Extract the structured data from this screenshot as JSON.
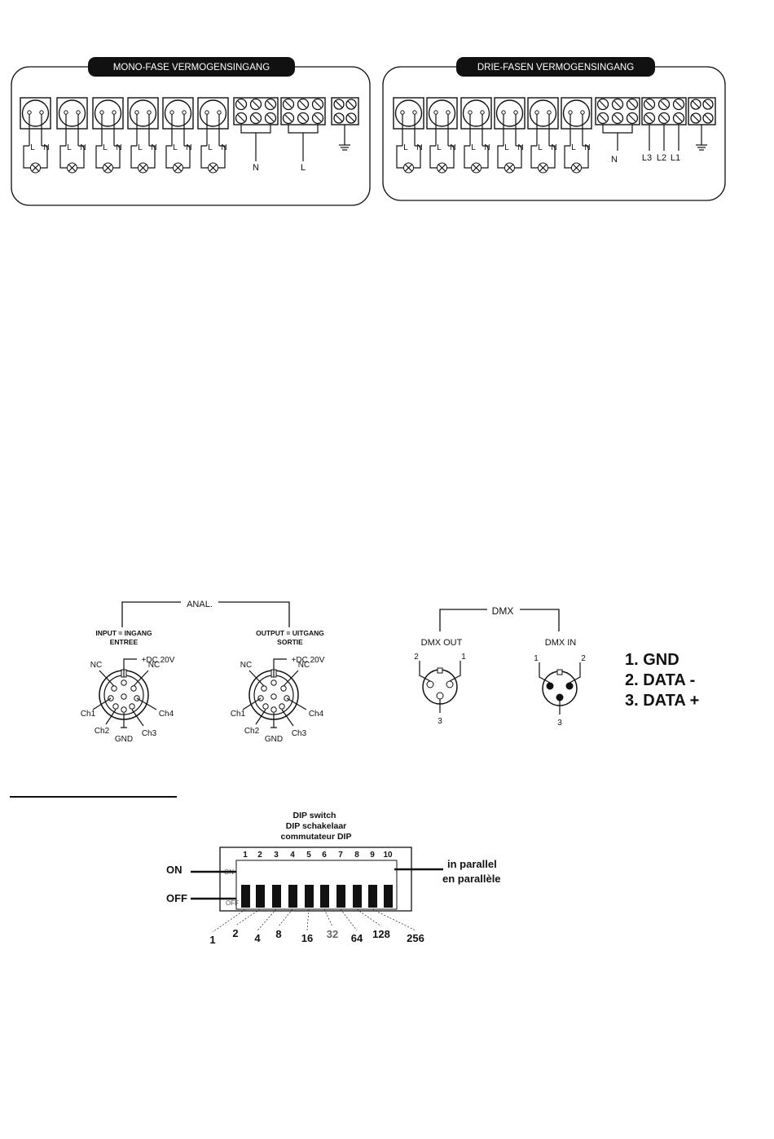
{
  "power_panels": {
    "mono": {
      "title": "MONO-FASE VERMOGENSINGANG",
      "socket_labels": [
        "L",
        "N"
      ],
      "block_labels": [
        "N",
        "L"
      ]
    },
    "three": {
      "title": "DRIE-FASEN VERMOGENSINGANG",
      "socket_labels": [
        "L",
        "N"
      ],
      "block_labels": [
        "N",
        "L3",
        "L2",
        "L1"
      ]
    }
  },
  "analog": {
    "title": "ANAL.",
    "input": {
      "title1": "INPUT = INGANG",
      "title2": "ENTREE"
    },
    "output": {
      "title1": "OUTPUT = UITGANG",
      "title2": "SORTIE"
    },
    "pins": {
      "dc": "+DC 20V",
      "nc": "NC",
      "ch1": "Ch1",
      "ch2": "Ch2",
      "ch3": "Ch3",
      "ch4": "Ch4",
      "gnd": "GND"
    }
  },
  "dmx": {
    "title": "DMX",
    "out_label": "DMX OUT",
    "in_label": "DMX IN",
    "pin1": "1",
    "pin2": "2",
    "pin3": "3",
    "legend": [
      "1. GND",
      "2. DATA -",
      "3. DATA +"
    ]
  },
  "dip": {
    "title": [
      "DIP switch",
      "DIP schakelaar",
      "commutateur DIP"
    ],
    "on_label": "ON",
    "off_label": "OFF",
    "switch_on": "ON",
    "switch_off": "OFF",
    "switch_numbers": [
      "1",
      "2",
      "3",
      "4",
      "5",
      "6",
      "7",
      "8",
      "9",
      "10"
    ],
    "values": [
      "1",
      "2",
      "4",
      "8",
      "16",
      "32",
      "64",
      "128",
      "256"
    ],
    "parallel": [
      "in parallel",
      "en parallèle"
    ]
  }
}
